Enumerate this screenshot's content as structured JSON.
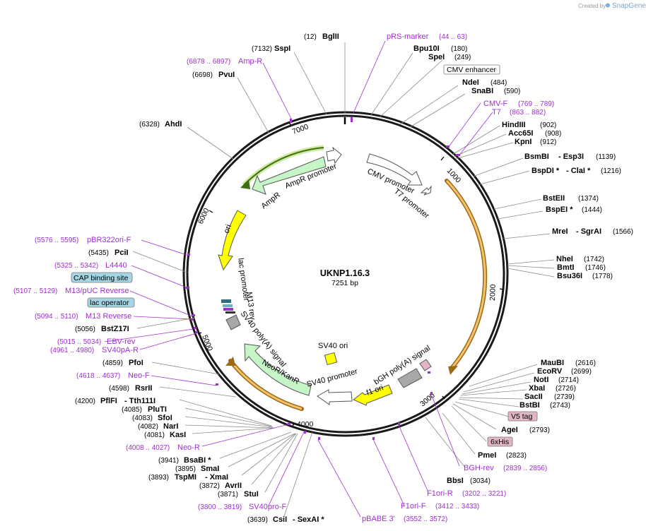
{
  "credit": {
    "created_by": "Created by",
    "brand": "SnapGene"
  },
  "plasmid": {
    "name": "UKNP1.16.3",
    "length": "7251 bp"
  },
  "ticks": [
    "1000",
    "2000",
    "3000",
    "4000",
    "5000",
    "6000",
    "7000"
  ],
  "features": {
    "ampr": "AmpR",
    "ampr_promoter": "AmpR promoter",
    "cmv_promoter": "CMV promoter",
    "t7_promoter": "T7 promoter",
    "ori": "ori",
    "lac_promoter": "lac promoter",
    "m13_rev": "M13 rev",
    "sv40_polya": "SV40 poly(A) signal",
    "sv40_ori": "SV40 ori",
    "bgh_polya": "bGH poly(A) signal",
    "f1_ori": "f1 ori",
    "sv40_promoter": "SV40 promoter",
    "neor": "NeoR/KanR"
  },
  "boxes": {
    "cmv_enhancer": "CMV enhancer",
    "cap_site": "CAP binding site",
    "lac_operator": "lac operator",
    "v5_tag": "V5 tag",
    "his_tag": "6xHis"
  },
  "enzymes": {
    "bglii": "BglII",
    "bglii_pos": "(12)",
    "sspi": "SspI",
    "sspi_pos": "(7132)",
    "pvui": "PvuI",
    "pvui_pos": "(6698)",
    "ahdi": "AhdI",
    "ahdi_pos": "(6328)",
    "bpu10i": "Bpu10I",
    "bpu10i_pos": "(180)",
    "spei": "SpeI",
    "spei_pos": "(249)",
    "ndei": "NdeI",
    "ndei_pos": "(484)",
    "snabi": "SnaBI",
    "snabi_pos": "(590)",
    "hindiii": "HindIII",
    "hindiii_pos": "(902)",
    "acc65i": "Acc65I",
    "acc65i_pos": "(908)",
    "kpni": "KpnI",
    "kpni_pos": "(912)",
    "bsmbi": "BsmBI",
    "esp3i": "- Esp3I",
    "bsmbi_pos": "(1139)",
    "bspdi": "BspDI *",
    "clai": "- ClaI *",
    "bspdi_pos": "(1216)",
    "bsteii": "BstEII",
    "bsteii_pos": "(1374)",
    "bspei": "BspEI *",
    "bspei_pos": "(1444)",
    "mrei": "MreI",
    "sgrai": "- SgrAI",
    "mrei_pos": "(1566)",
    "nhei": "NheI",
    "nhei_pos": "(1742)",
    "bmti": "BmtI",
    "bmti_pos": "(1746)",
    "bsu36i": "Bsu36I",
    "bsu36i_pos": "(1778)",
    "maubi": "MauBI",
    "maubi_pos": "(2616)",
    "ecorv": "EcoRV",
    "ecorv_pos": "(2699)",
    "noti": "NotI",
    "noti_pos": "(2714)",
    "xbai": "XbaI",
    "xbai_pos": "(2726)",
    "sacii": "SacII",
    "sacii_pos": "(2739)",
    "bstbi": "BstBI",
    "bstbi_pos": "(2743)",
    "agei": "AgeI",
    "agei_pos": "(2793)",
    "pmei": "PmeI",
    "pmei_pos": "(2823)",
    "bbsi": "BbsI",
    "bbsi_pos": "(3034)",
    "csii": "CsiI",
    "sexai": "- SexAI *",
    "csii_pos": "(3639)",
    "stui": "StuI",
    "stui_pos": "(3871)",
    "avrii": "AvrII",
    "avrii_pos": "(3872)",
    "tspmi": "TspMI",
    "xmai": "- XmaI",
    "tspmi_pos": "(3893)",
    "smai": "SmaI",
    "smai_pos": "(3895)",
    "bsabi": "BsaBI *",
    "bsabi_pos": "(3941)",
    "kasi": "KasI",
    "kasi_pos": "(4081)",
    "nari": "NarI",
    "nari_pos": "(4082)",
    "sfoi": "SfoI",
    "sfoi_pos": "(4083)",
    "plut1": "PluTI",
    "plut1_pos": "(4085)",
    "pflfi": "PflFI",
    "tth111i": "- Tth111I",
    "pflfi_pos": "(4200)",
    "rsrii": "RsrII",
    "rsrii_pos": "(4598)",
    "pfoi": "PfoI",
    "pfoi_pos": "(4859)",
    "bstz17i": "BstZ17I",
    "bstz17i_pos": "(5056)",
    "pcii": "PciI",
    "pcii_pos": "(5435)"
  },
  "primers": {
    "prs_marker": "pRS-marker",
    "prs_marker_pos": "(44 .. 63)",
    "ampr": "Amp-R",
    "ampr_pos": "(6878 .. 6897)",
    "cmvf": "CMV-F",
    "cmvf_pos": "(769 .. 789)",
    "t7": "T7",
    "t7_pos": "(863 .. 882)",
    "pbr322": "pBR322ori-F",
    "pbr322_pos": "(5576 .. 5595)",
    "l4440": "L4440",
    "l4440_pos": "(5325 .. 5342)",
    "m13puc": "M13/pUC Reverse",
    "m13puc_pos": "(5107 .. 5129)",
    "m13rev": "M13 Reverse",
    "m13rev_pos": "(5094 .. 5110)",
    "ebvrev": "EBV-rev",
    "ebvrev_pos": "(5015 .. 5034)",
    "sv40pa": "SV40pA-R",
    "sv40pa_pos": "(4961 .. 4980)",
    "neof": "Neo-F",
    "neof_pos": "(4618 .. 4637)",
    "neor": "Neo-R",
    "neor_pos": "(4008 .. 4027)",
    "sv40pro": "SV40pro-F",
    "sv40pro_pos": "(3800 .. 3819)",
    "pbabe": "pBABE 3'",
    "pbabe_pos": "(3552 .. 3572)",
    "f1orif": "F1ori-F",
    "f1orif_pos": "(3412 .. 3433)",
    "f1orir": "F1ori-R",
    "f1orir_pos": "(3202 .. 3221)",
    "bghrev": "BGH-rev",
    "bghrev_pos": "(2839 .. 2856)"
  },
  "colors": {
    "ampr": "#c6f5c8",
    "ampr_promoter": "#ffffff",
    "cmv_promoter": "#ffffff",
    "ori": "#ffff00",
    "sv40_polya": "#a8a8a8",
    "sv40_ori": "#ffff00",
    "bgh_polya": "#a8a8a8",
    "f1_ori": "#ffff00",
    "sv40_promoter": "#ffffff",
    "neor": "#c6f5c8",
    "orf_fill": "#f5c26b",
    "orf_stroke": "#9a6a16",
    "primer": "#9d2fd0",
    "box_blue": "#a5d6e4",
    "box_pink": "#e2b6c4"
  }
}
